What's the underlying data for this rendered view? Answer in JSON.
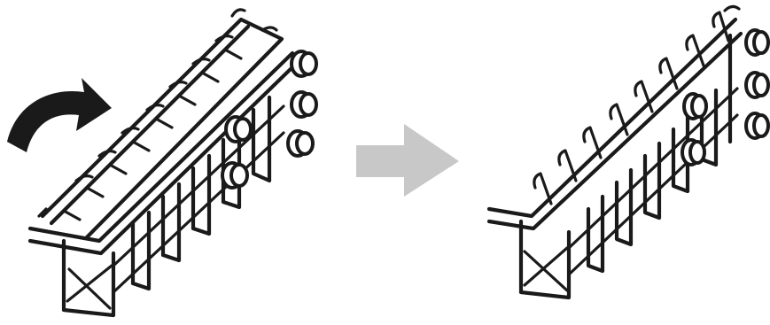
{
  "figure": {
    "panels": [
      {
        "id": "before",
        "state": "tines up, rotating down"
      },
      {
        "id": "after",
        "state": "tines folded down"
      }
    ],
    "icons": [
      "curved-arrow-icon",
      "right-arrow-icon"
    ],
    "colors": {
      "line": "#1a1a1a",
      "curved_arrow": "#1a1a1a",
      "transition_arrow": "#c8c8c8",
      "background": "#ffffff"
    }
  }
}
